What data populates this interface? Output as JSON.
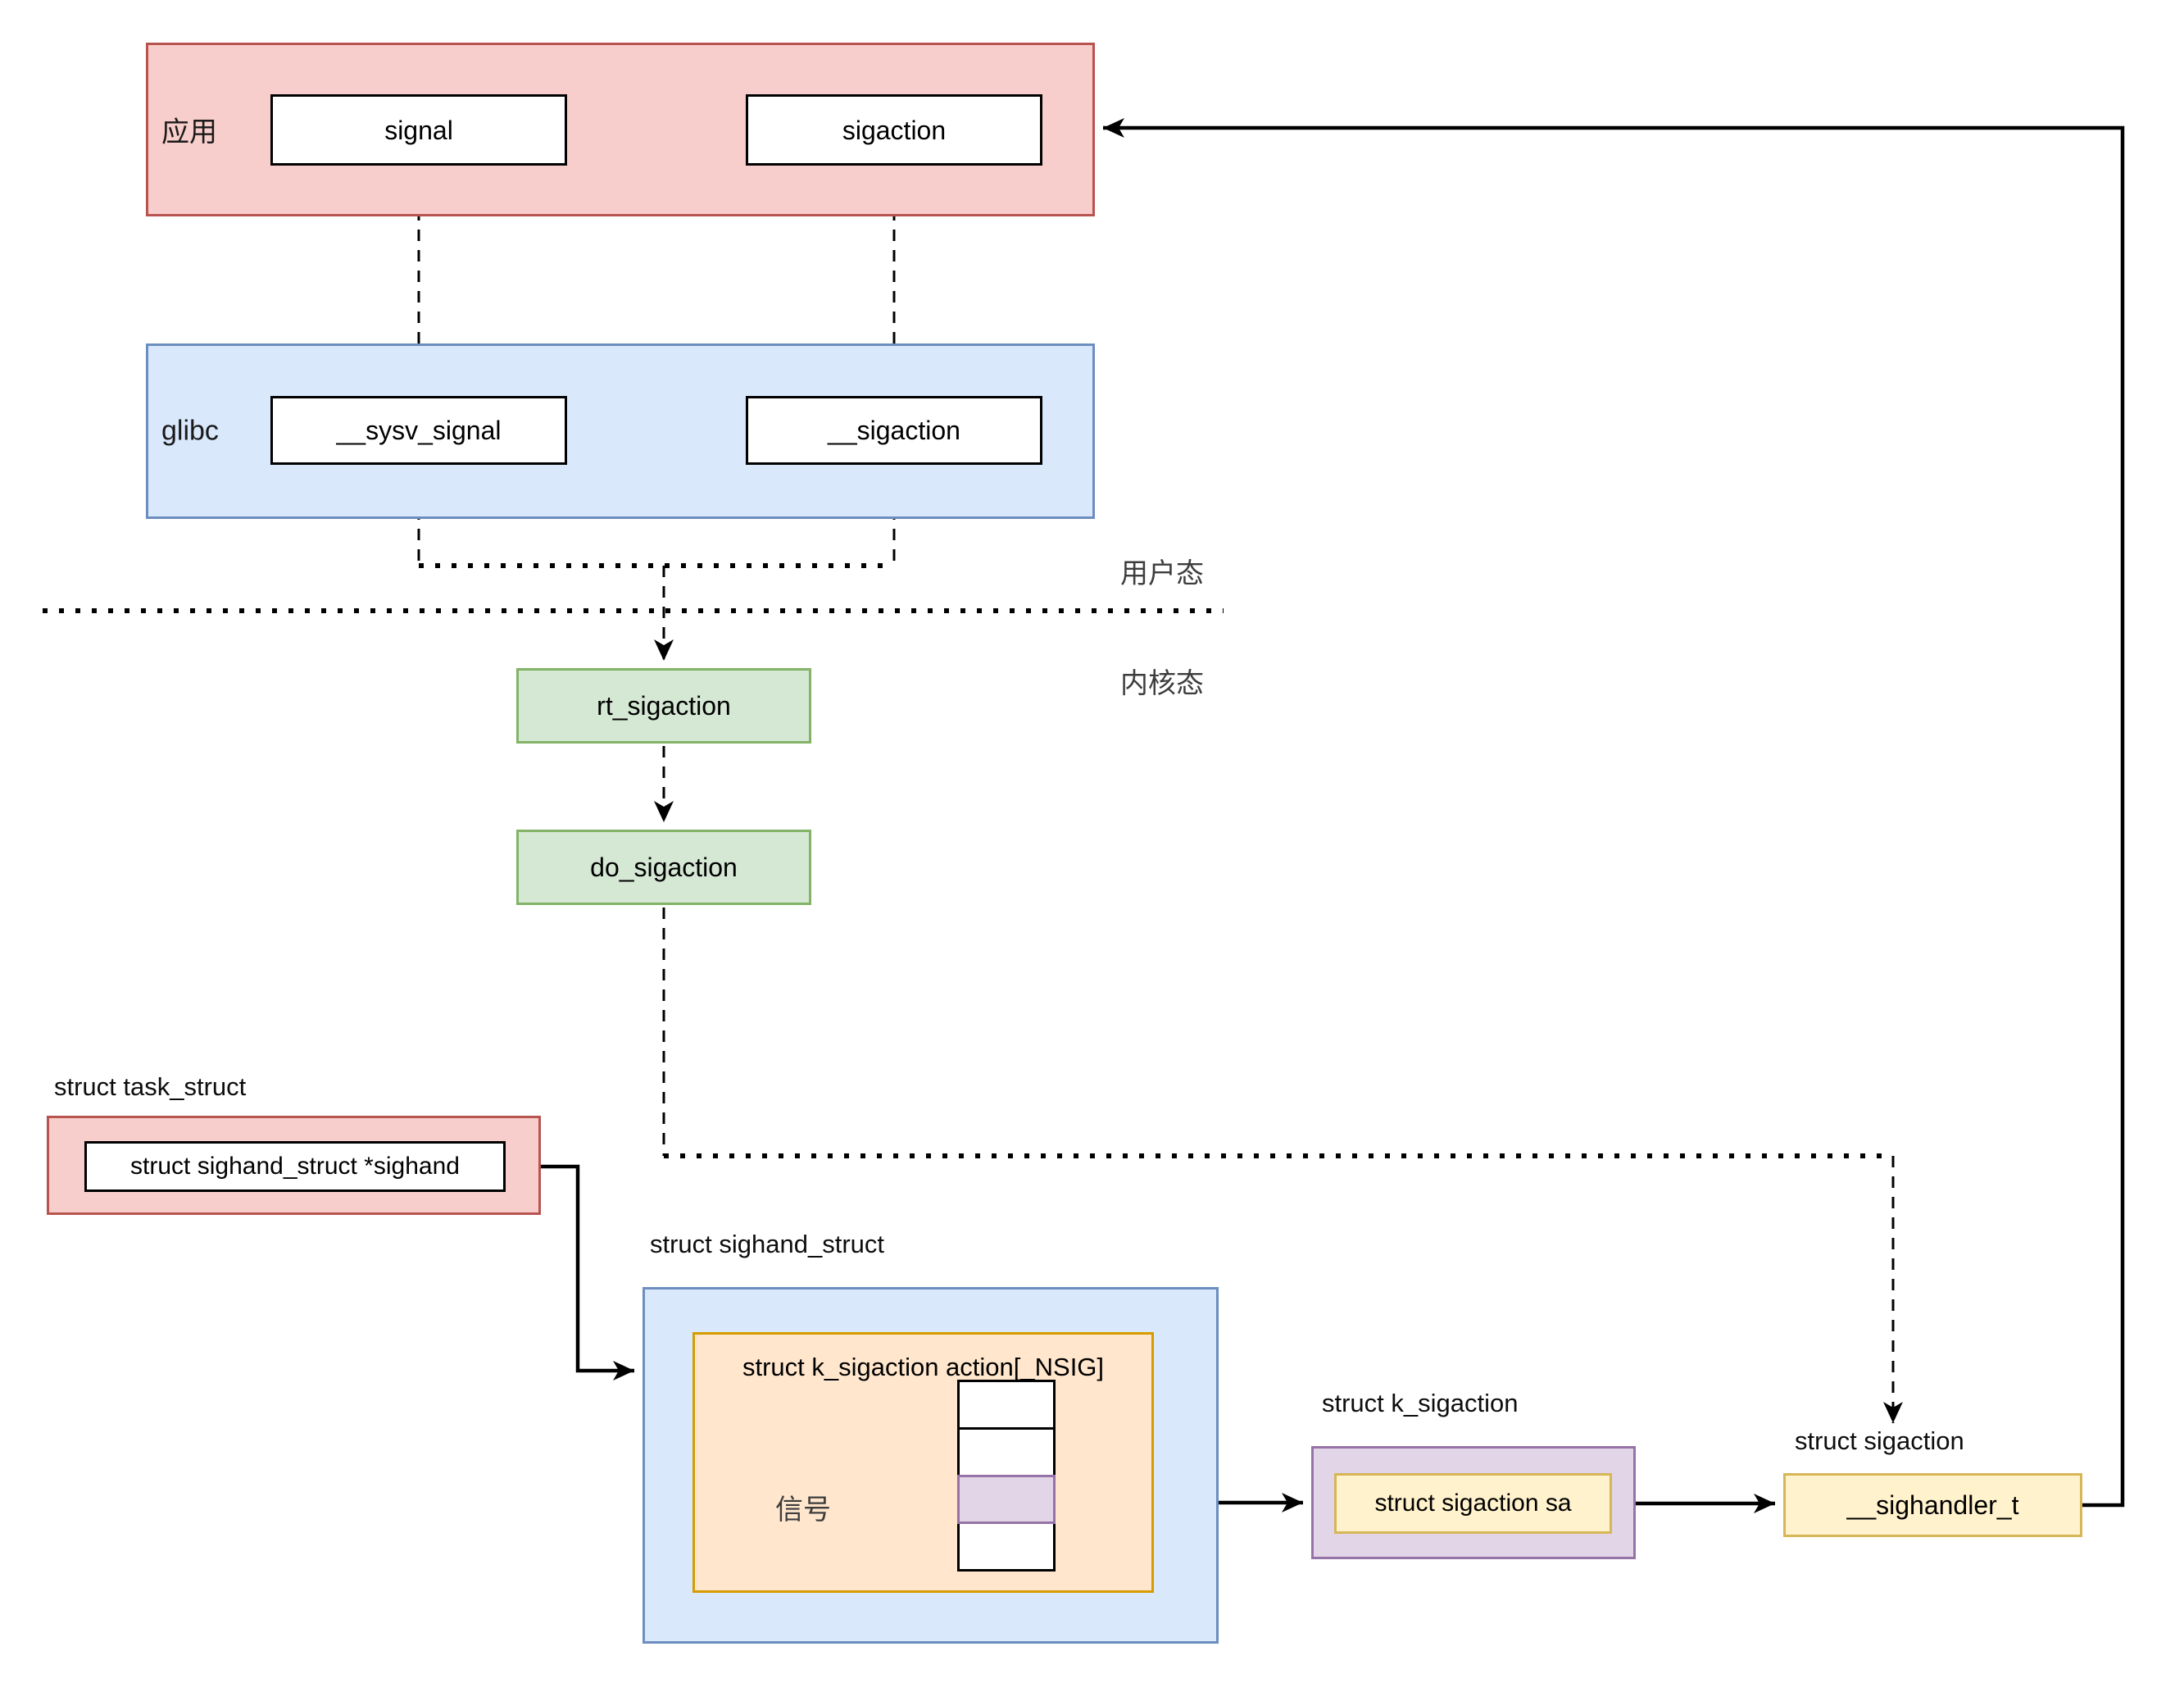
{
  "colors": {
    "red_fill": "#f8cecc",
    "red_border": "#b85450",
    "blue_fill": "#dae8fc",
    "blue_border": "#6c8ebf",
    "green_fill": "#d5e8d4",
    "green_border": "#82b366",
    "orange_fill": "#ffe6cc",
    "orange_border": "#d79b00",
    "purple_fill": "#e1d5e7",
    "purple_border": "#9673a6",
    "yellow_fill": "#fff2cc",
    "yellow_border": "#d6b656",
    "line": "#000000"
  },
  "app_layer": {
    "label": "应用",
    "signal": "signal",
    "sigaction": "sigaction"
  },
  "glibc_layer": {
    "label": "glibc",
    "sysv_signal": "__sysv_signal",
    "sigaction": "__sigaction"
  },
  "modes": {
    "user": "用户态",
    "kernel": "内核态"
  },
  "kernel": {
    "rt_sigaction": "rt_sigaction",
    "do_sigaction": "do_sigaction"
  },
  "task_struct": {
    "title": "struct task_struct",
    "field": "struct sighand_struct *sighand"
  },
  "sighand_struct": {
    "title": "struct sighand_struct",
    "array_title": "struct k_sigaction action[_NSIG]",
    "signal_pointer_label": "信号"
  },
  "k_sigaction": {
    "title": "struct k_sigaction",
    "field": "struct sigaction sa"
  },
  "sigaction_struct": {
    "title": "struct sigaction",
    "field": "__sighandler_t"
  }
}
